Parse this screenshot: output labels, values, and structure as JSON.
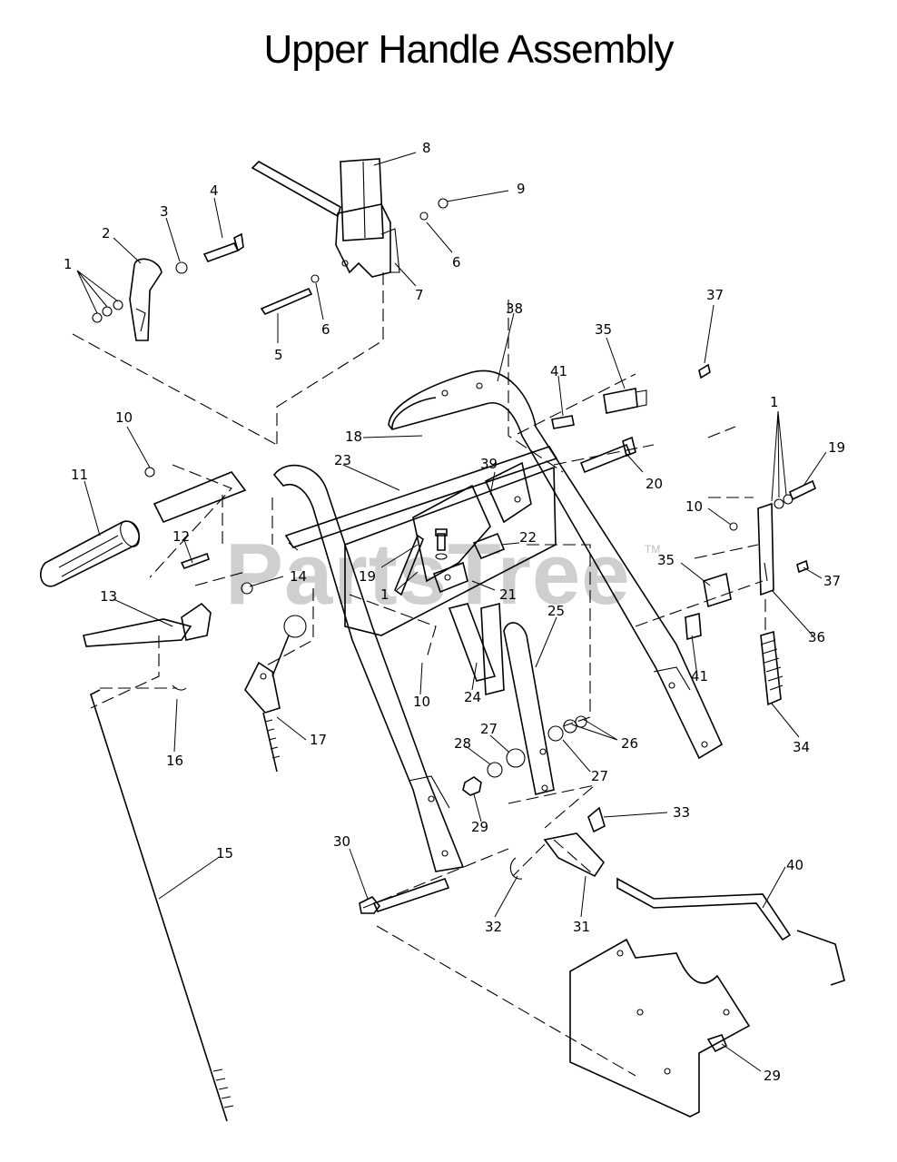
{
  "title": "Upper Handle Assembly",
  "watermark": "PartsTree",
  "watermark_tm": "TM",
  "colors": {
    "line": "#000000",
    "watermark": "#cfcfcf",
    "background": "#ffffff"
  },
  "callouts": [
    "1",
    "2",
    "3",
    "4",
    "8",
    "9",
    "6",
    "7",
    "5",
    "6",
    "38",
    "37",
    "35",
    "41",
    "10",
    "18",
    "23",
    "20",
    "1",
    "19",
    "11",
    "39",
    "12",
    "22",
    "10",
    "35",
    "37",
    "13",
    "14",
    "19",
    "1",
    "21",
    "25",
    "36",
    "41",
    "24",
    "10",
    "34",
    "17",
    "27",
    "26",
    "16",
    "28",
    "27",
    "29",
    "33",
    "30",
    "15",
    "40",
    "32",
    "31",
    "29"
  ]
}
